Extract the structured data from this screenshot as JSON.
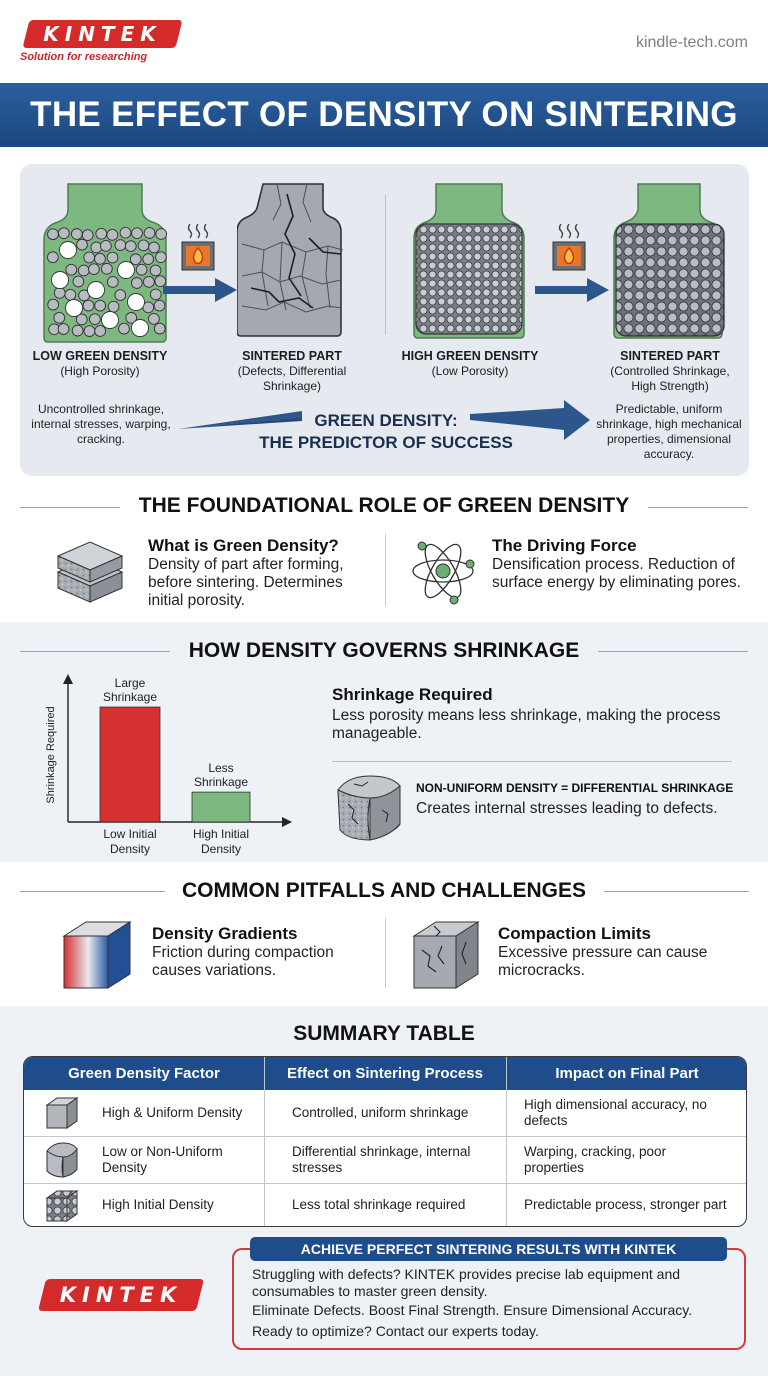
{
  "header": {
    "logo_text": "KINTEK",
    "tagline": "Solution for researching",
    "website": "kindle-tech.com",
    "title": "THE EFFECT OF DENSITY ON SINTERING"
  },
  "hero": {
    "low_green": {
      "title": "LOW GREEN DENSITY",
      "subtitle": "(High Porosity)"
    },
    "sintered_bad": {
      "title": "SINTERED PART",
      "subtitle": "(Defects, Differential Shrinkage)"
    },
    "high_green": {
      "title": "HIGH GREEN DENSITY",
      "subtitle": "(Low Porosity)"
    },
    "sintered_good": {
      "title": "SINTERED PART",
      "subtitle": "(Controlled Shrinkage, High Strength)"
    },
    "left_note": "Uncontrolled shrinkage, internal stresses, warping, cracking.",
    "center_line1": "GREEN DENSITY:",
    "center_line2": "THE PREDICTOR OF SUCCESS",
    "right_note": "Predictable, uniform shrinkage, high mechanical properties, dimensional accuracy."
  },
  "foundational": {
    "title": "THE FOUNDATIONAL ROLE OF GREEN DENSITY",
    "what": {
      "heading": "What is Green Density?",
      "text": "Density of part after forming, before sintering. Determines initial porosity."
    },
    "driving": {
      "heading": "The Driving Force",
      "text": "Densification process. Reduction of surface energy by eliminating pores."
    }
  },
  "shrinkage": {
    "title": "HOW DENSITY GOVERNS SHRINKAGE",
    "required_heading": "Shrinkage Required",
    "required_text": "Less porosity means less shrinkage, making the process manageable.",
    "nonuniform_heading": "NON-UNIFORM DENSITY = DIFFERENTIAL SHRINKAGE",
    "nonuniform_text": "Creates internal stresses leading to defects."
  },
  "chart_data": {
    "type": "bar",
    "categories": [
      "Low Initial Density",
      "High Initial Density"
    ],
    "category_labels": [
      [
        "Low Initial",
        "Density"
      ],
      [
        "High Initial",
        "Density"
      ]
    ],
    "values": [
      100,
      26
    ],
    "bar_labels": [
      [
        "Large",
        "Shrinkage"
      ],
      [
        "Less",
        "Shrinkage"
      ]
    ],
    "colors": [
      "#d63031",
      "#7cb87f"
    ],
    "ylabel": "Shrinkage Required",
    "xlabel": "",
    "ylim": [
      0,
      120
    ]
  },
  "pitfalls": {
    "title": "COMMON PITFALLS AND CHALLENGES",
    "gradients": {
      "heading": "Density Gradients",
      "text": "Friction during compaction causes variations."
    },
    "limits": {
      "heading": "Compaction Limits",
      "text": "Excessive pressure can cause microcracks."
    }
  },
  "summary": {
    "title": "SUMMARY TABLE",
    "headers": [
      "Green Density Factor",
      "Effect on Sintering Process",
      "Impact on Final Part"
    ],
    "rows": [
      {
        "factor": "High & Uniform Density",
        "effect": "Controlled, uniform shrinkage",
        "impact": "High dimensional accuracy, no defects",
        "icon": "cube-icon"
      },
      {
        "factor": "Low or Non-Uniform Density",
        "effect": "Differential shrinkage, internal stresses",
        "impact": "Warping, cracking, poor properties",
        "icon": "warped-cube-icon"
      },
      {
        "factor": "High Initial Density",
        "effect": "Less total shrinkage required",
        "impact": "Predictable process, stronger part",
        "icon": "dense-cube-icon"
      }
    ]
  },
  "cta": {
    "heading": "ACHIEVE PERFECT SINTERING RESULTS WITH KINTEK",
    "line1": "Struggling with defects? KINTEK provides precise lab equipment and consumables to master green density.",
    "line2": "Eliminate Defects. Boost Final Strength. Ensure Dimensional Accuracy.",
    "line3": "Ready to optimize? Contact our experts today."
  },
  "colors": {
    "brand_red": "#d42a2a",
    "brand_blue": "#1f4c8a",
    "green": "#7cb87f",
    "bar_red": "#d63031"
  }
}
